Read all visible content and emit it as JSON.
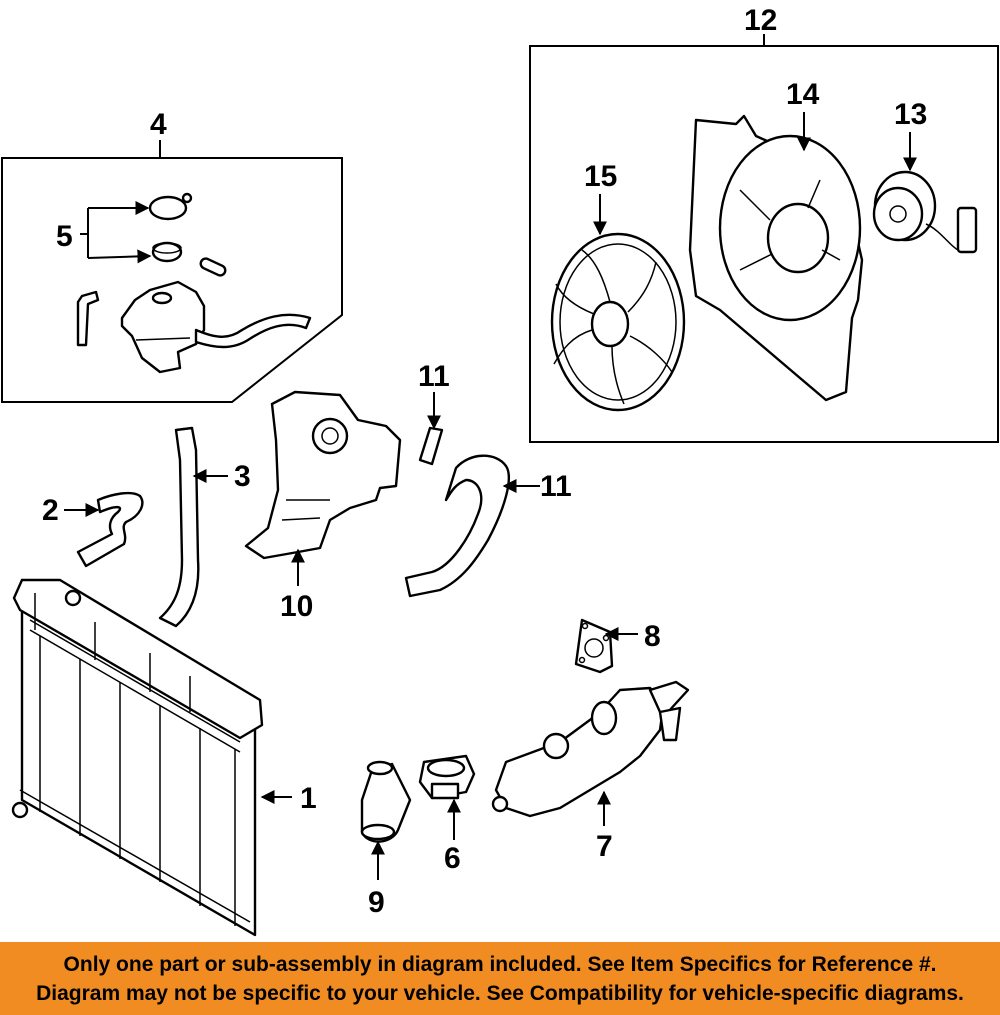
{
  "callouts": {
    "c1": "1",
    "c2": "2",
    "c3": "3",
    "c4": "4",
    "c5": "5",
    "c6": "6",
    "c7": "7",
    "c8": "8",
    "c9": "9",
    "c10": "10",
    "c11a": "11",
    "c11b": "11",
    "c12": "12",
    "c13": "13",
    "c14": "14",
    "c15": "15"
  },
  "disclaimer": {
    "line1": "Only one part or sub-assembly in diagram included. See Item Specifics for Reference #.",
    "line2": "Diagram may not be specific to your vehicle. See Compatibility for vehicle-specific diagrams."
  },
  "colors": {
    "banner": "#f08c22",
    "ink": "#000000"
  }
}
